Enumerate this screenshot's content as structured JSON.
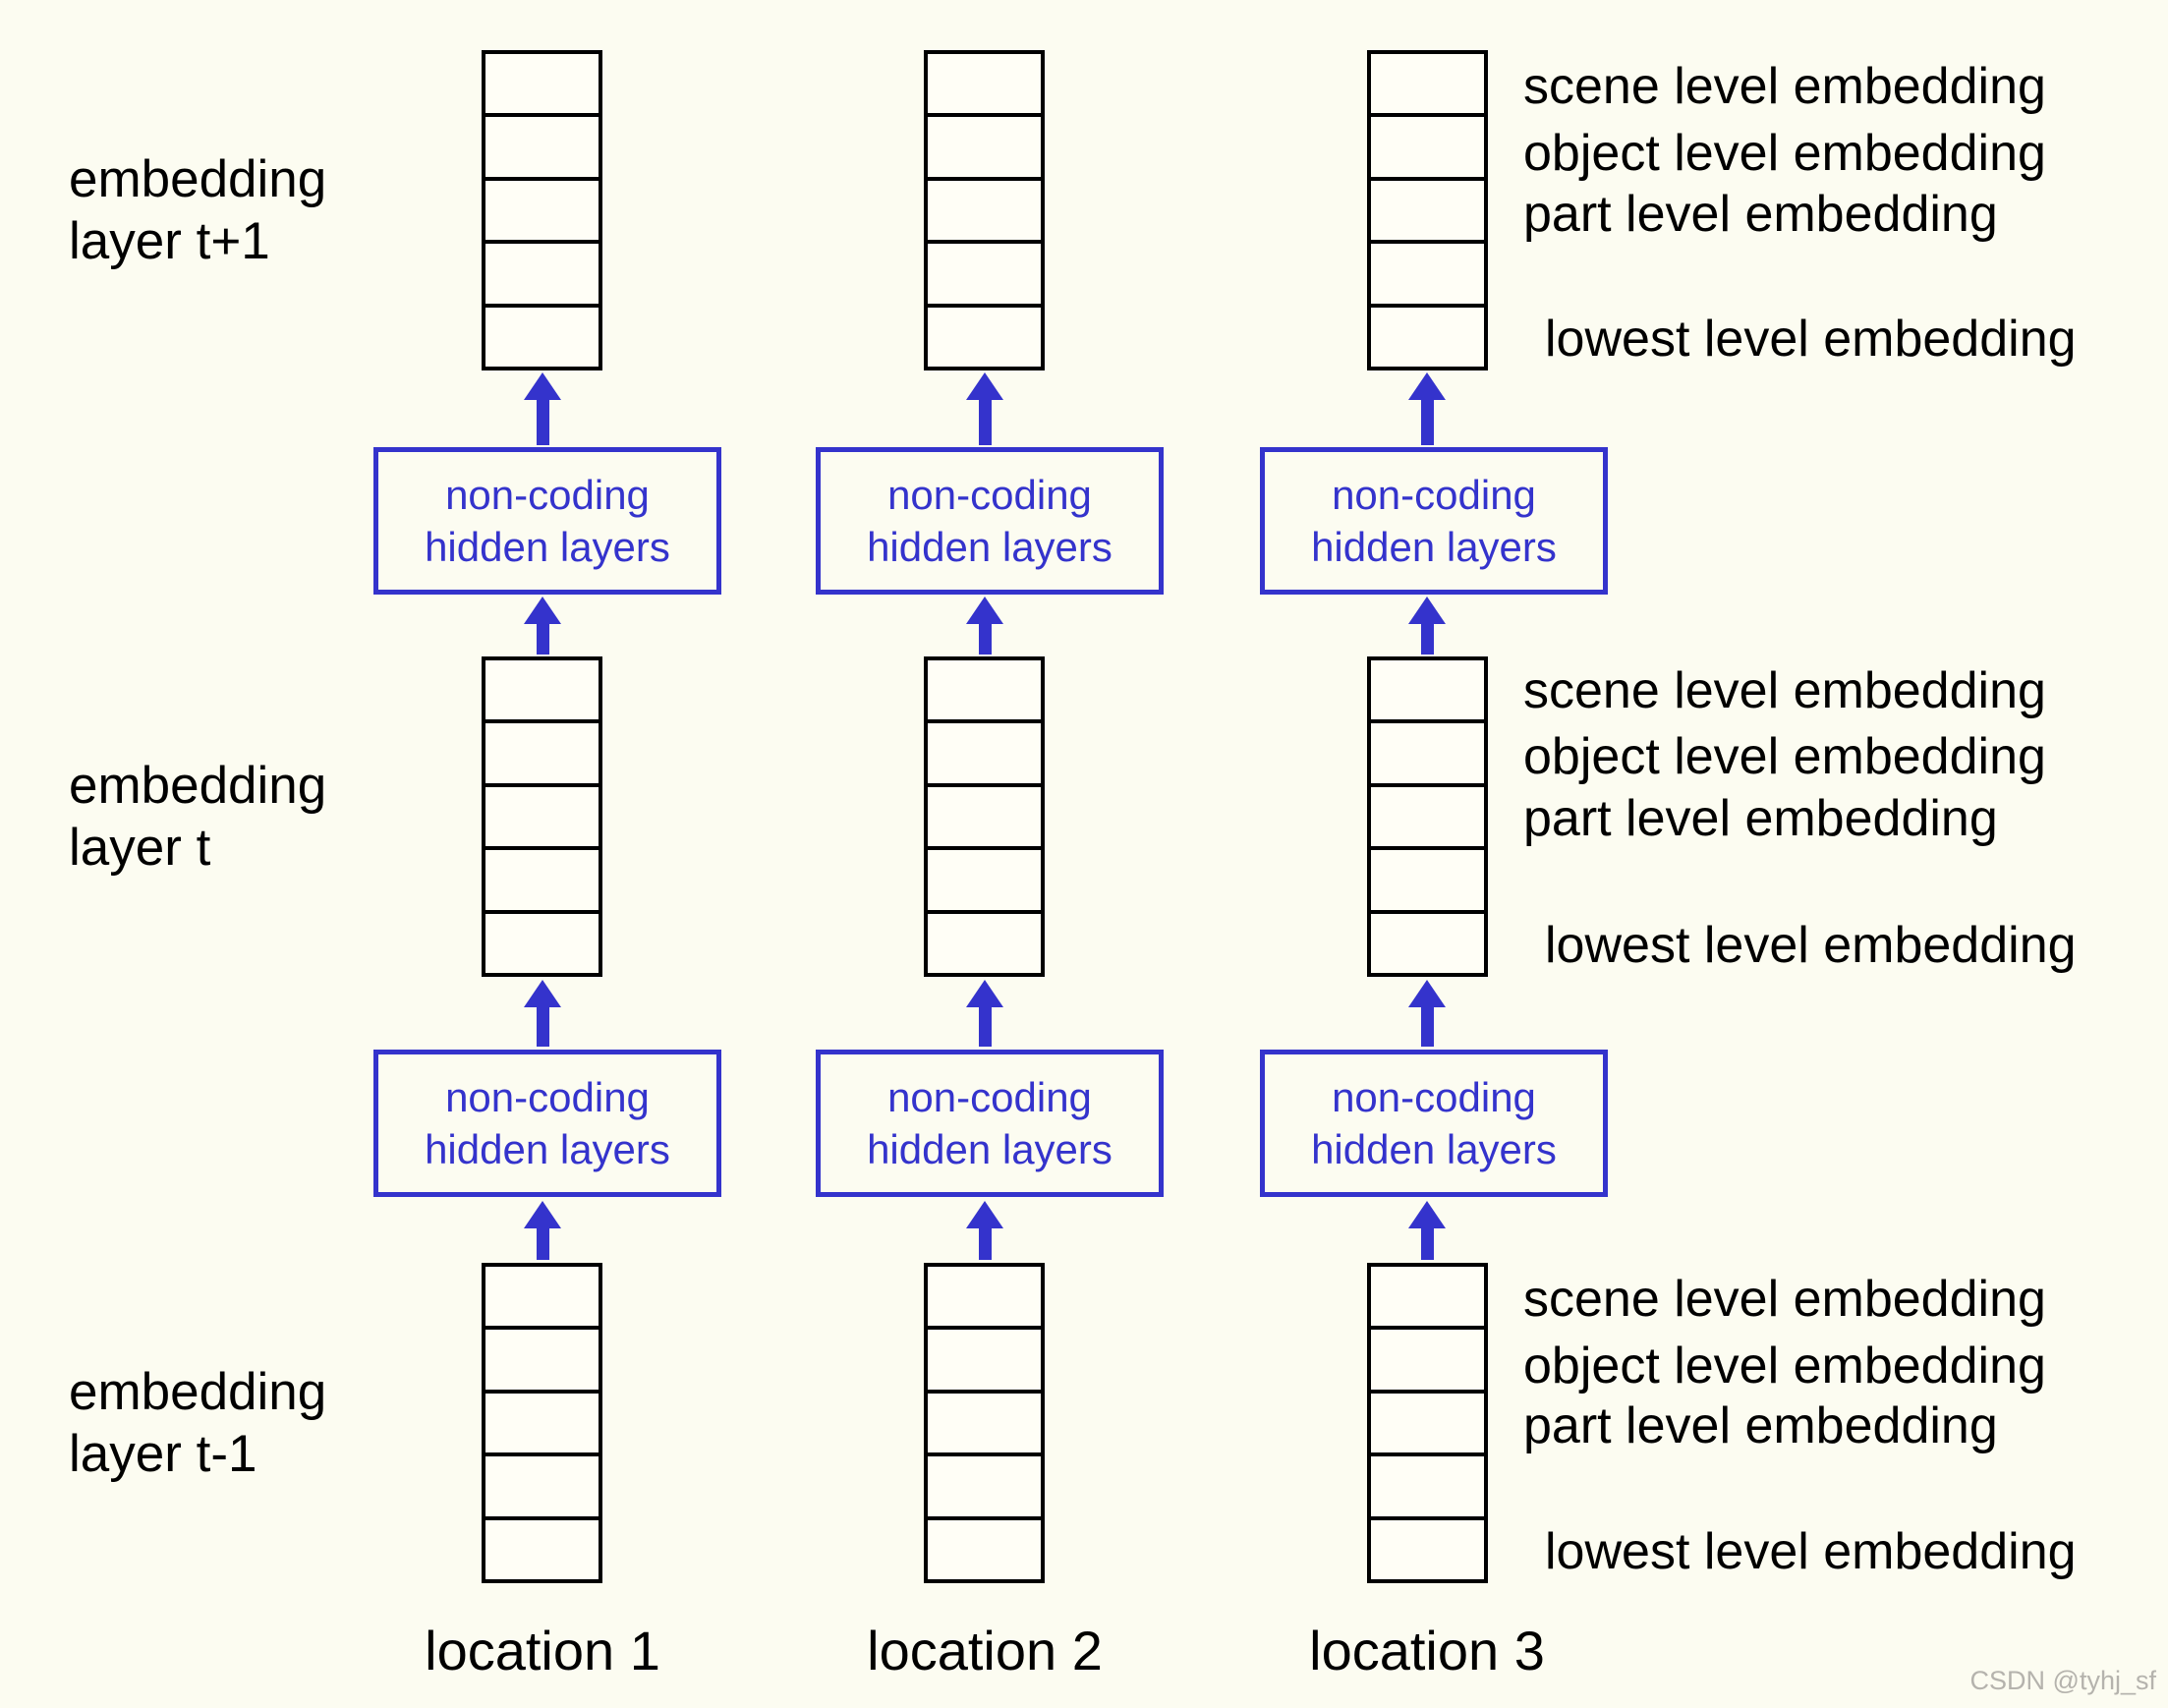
{
  "diagram": {
    "row_labels": [
      {
        "line1": "embedding",
        "line2": "layer t+1"
      },
      {
        "line1": "embedding",
        "line2": "layer t"
      },
      {
        "line1": "embedding",
        "line2": "layer t-1"
      }
    ],
    "hidden_box": {
      "line1": "non-coding",
      "line2": "hidden layers"
    },
    "embedding_labels": {
      "scene": "scene level embedding",
      "object": "object level embedding",
      "part": "part level embedding",
      "lowest": "lowest level embedding"
    },
    "location_labels": [
      "location 1",
      "location 2",
      "location 3"
    ],
    "structure": {
      "rows": 3,
      "columns": 3,
      "cells_per_stack": 5
    },
    "colors": {
      "accent_blue": "#3433cc",
      "line_black": "#000000",
      "background": "#fcfcf1"
    }
  },
  "watermark": {
    "text": "CSDN @tyhj_sf",
    "color": "#b5b3ad"
  }
}
